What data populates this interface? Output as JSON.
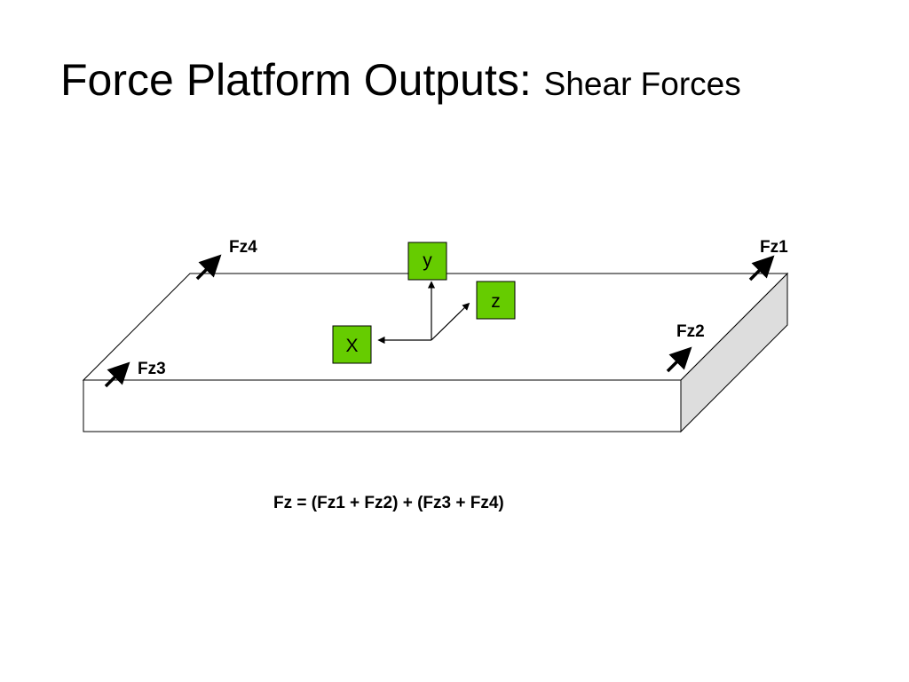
{
  "title": {
    "main": "Force Platform Outputs:",
    "sub": "Shear Forces"
  },
  "diagram": {
    "sensor_labels": {
      "fz1": "Fz1",
      "fz2": "Fz2",
      "fz3": "Fz3",
      "fz4": "Fz4"
    },
    "axes": {
      "y": "y",
      "z": "z",
      "x": "X"
    },
    "colors": {
      "axis_box_fill": "#66cc00",
      "platform_side_fill": "#dddddd",
      "platform_top_fill": "#ffffff",
      "outline": "#000000"
    }
  },
  "formula": "Fz = (Fz1 + Fz2) + (Fz3 + Fz4)"
}
